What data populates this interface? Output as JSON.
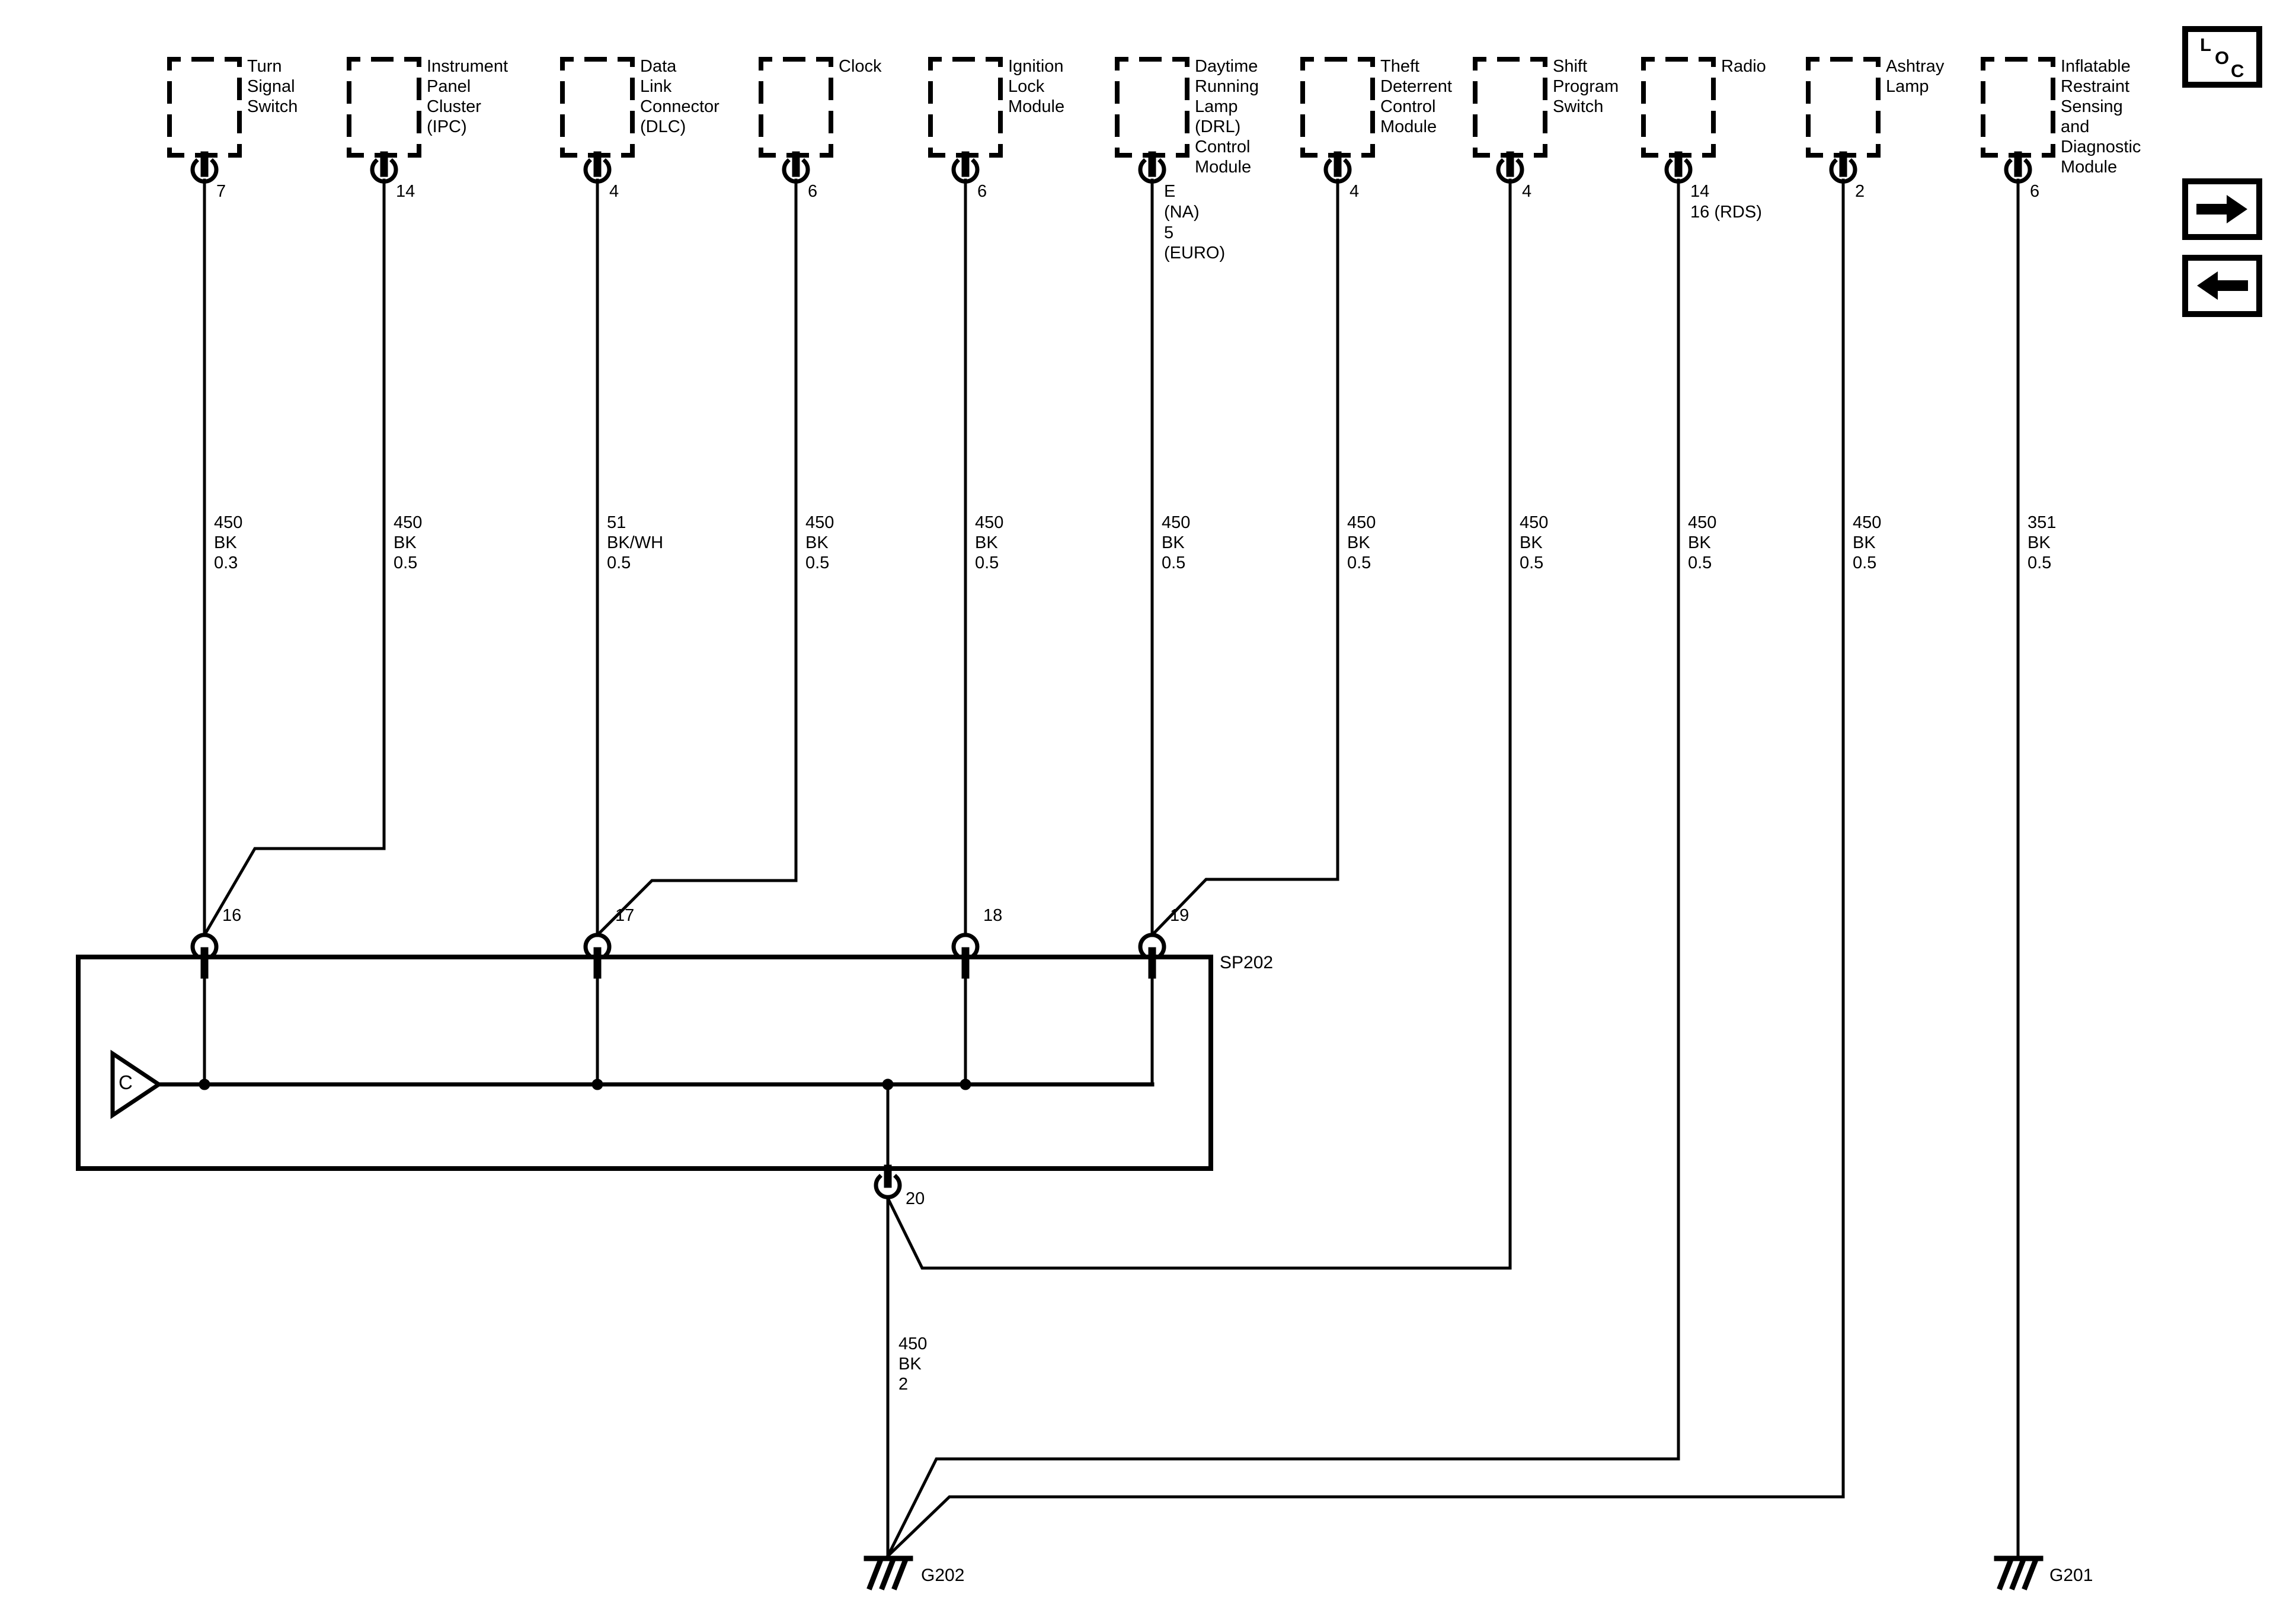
{
  "components": [
    {
      "label": "Turn\nSignal\nSwitch",
      "pin": "7",
      "wire": "450\nBK\n0.3"
    },
    {
      "label": "Instrument\nPanel\nCluster\n(IPC)",
      "pin": "14",
      "wire": "450\nBK\n0.5"
    },
    {
      "label": "Data\nLink\nConnector\n(DLC)",
      "pin": "4",
      "wire": "51\nBK/WH\n0.5"
    },
    {
      "label": "Clock",
      "pin": "6",
      "wire": "450\nBK\n0.5"
    },
    {
      "label": "Ignition\nLock\nModule",
      "pin": "6",
      "wire": "450\nBK\n0.5"
    },
    {
      "label": "Daytime\nRunning\nLamp\n(DRL)\nControl\nModule",
      "pin": "E\n(NA)\n5\n(EURO)",
      "wire": "450\nBK\n0.5"
    },
    {
      "label": "Theft\nDeterrent\nControl\nModule",
      "pin": "4",
      "wire": "450\nBK\n0.5"
    },
    {
      "label": "Shift\nProgram\nSwitch",
      "pin": "4",
      "wire": "450\nBK\n0.5"
    },
    {
      "label": "Radio",
      "pin": "14\n16 (RDS)",
      "wire": "450\nBK\n0.5"
    },
    {
      "label": "Ashtray\nLamp",
      "pin": "2",
      "wire": "450\nBK\n0.5"
    },
    {
      "label": "Inflatable\nRestraint\nSensing\nand\nDiagnostic\nModule",
      "pin": "6",
      "wire": "351\nBK\n0.5"
    }
  ],
  "splice": {
    "label": "SP202",
    "inline_connector": "C",
    "pin_16": "16",
    "pin_17": "17",
    "pin_18": "18",
    "pin_19": "19",
    "pin_20": "20",
    "output_wire": "450\nBK\n2"
  },
  "grounds": {
    "left": "G202",
    "right": "G201"
  },
  "loc_box": {
    "l": "L",
    "o": "O",
    "c": "C"
  },
  "nav": {
    "forward_icon": "arrow-right",
    "back_icon": "arrow-left"
  },
  "colors": {
    "line": "#000000",
    "background": "#ffffff"
  }
}
